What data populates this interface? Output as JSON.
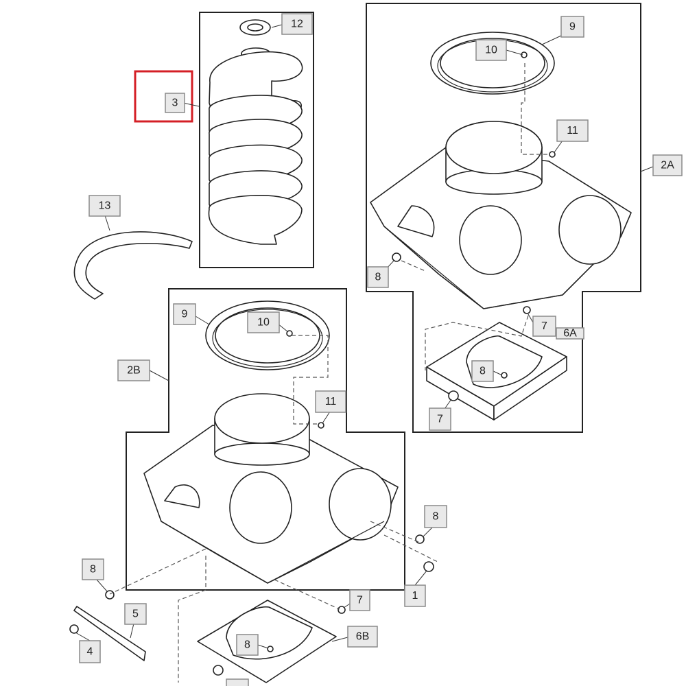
{
  "callouts": {
    "c3": "3",
    "c12": "12",
    "c13": "13",
    "c9_top": "9",
    "c10_top": "10",
    "c11_top": "11",
    "c2A": "2A",
    "c8_top": "8",
    "c7_top": "7",
    "c6A": "6A",
    "c8_tray_top": "8",
    "c7_tray_top": "7",
    "c9_bot": "9",
    "c10_bot": "10",
    "c2B": "2B",
    "c11_bot": "11",
    "c8_right": "8",
    "c1": "1",
    "c8_left": "8",
    "c7_bot": "7",
    "c5": "5",
    "c4": "4",
    "c6B": "6B",
    "c8_tray_bot": "8"
  },
  "colors": {
    "highlight": "#d41f26",
    "callout_fill": "#e9e9e9",
    "callout_border": "#8a8a8a",
    "line": "#222222"
  }
}
